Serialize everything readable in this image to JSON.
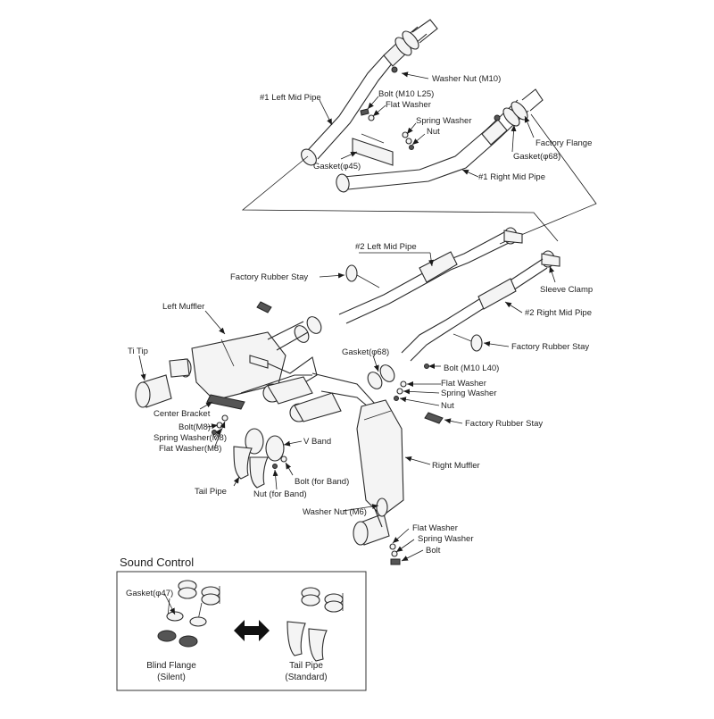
{
  "labels": {
    "washer_nut_m10": "Washer Nut (M10)",
    "left_mid_pipe_1": "#1 Left Mid Pipe",
    "bolt_m10_l25": "Bolt (M10 L25)",
    "flat_washer_top": "Flat Washer",
    "spring_washer_top": "Spring Washer",
    "nut_top": "Nut",
    "factory_flange": "Factory Flange",
    "gasket_68_top": "Gasket(φ68)",
    "gasket_45": "Gasket(φ45)",
    "right_mid_pipe_1": "#1 Right Mid Pipe",
    "left_mid_pipe_2": "#2 Left Mid Pipe",
    "factory_rubber_stay_1": "Factory Rubber Stay",
    "sleeve_clamp": "Sleeve Clamp",
    "left_muffler": "Left Muffler",
    "right_mid_pipe_2": "#2 Right Mid Pipe",
    "factory_rubber_stay_2": "Factory Rubber Stay",
    "ti_tip": "Ti Tip",
    "gasket_68_mid": "Gasket(φ68)",
    "bolt_m10_l40": "Bolt (M10 L40)",
    "flat_washer_mid": "Flat Washer",
    "spring_washer_mid": "Spring Washer",
    "nut_mid": "Nut",
    "center_bracket": "Center Bracket",
    "factory_rubber_stay_3": "Factory Rubber Stay",
    "bolt_m8": "Bolt(M8)",
    "spring_washer_m8": "Spring Washer(M8)",
    "flat_washer_m8": "Flat Washer(M8)",
    "v_band": "V Band",
    "right_muffler": "Right Muffler",
    "bolt_for_band": "Bolt (for Band)",
    "tail_pipe": "Tail Pipe",
    "nut_for_band": "Nut (for Band)",
    "washer_nut_m6": "Washer Nut (M6)",
    "flat_washer_bottom": "Flat Washer",
    "spring_washer_bottom": "Spring Washer",
    "bolt_bottom": "Bolt"
  },
  "sound_control": {
    "title": "Sound Control",
    "gasket_47": "Gasket(φ47)",
    "blind_flange": "Blind Flange",
    "blind_flange_sub": "(Silent)",
    "tail_pipe": "Tail Pipe",
    "tail_pipe_sub": "(Standard)",
    "swap_icon": "double-arrow-icon"
  }
}
